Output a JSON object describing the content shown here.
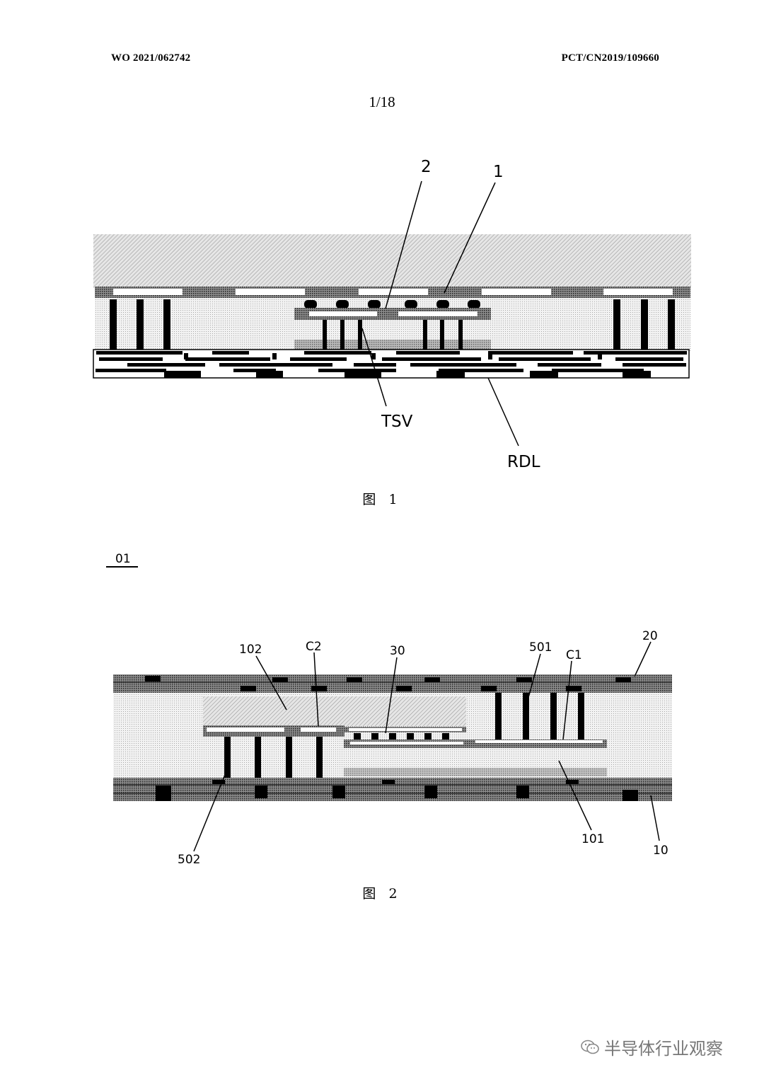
{
  "header": {
    "publication_number": "WO 2021/062742",
    "application_number": "PCT/CN2019/109660"
  },
  "page_number": "1/18",
  "figure1": {
    "labels": {
      "l2": "2",
      "l1": "1",
      "tsv": "TSV",
      "rdl": "RDL"
    },
    "caption": "图 1"
  },
  "figure2": {
    "ref": "01",
    "labels": {
      "l102": "102",
      "c2": "C2",
      "l30": "30",
      "l501": "501",
      "c1": "C1",
      "l20": "20",
      "l502": "502",
      "l101": "101",
      "l10": "10"
    },
    "caption": "图 2"
  },
  "watermark": {
    "text": "半导体行业观察",
    "icon": "wechat-icon"
  }
}
